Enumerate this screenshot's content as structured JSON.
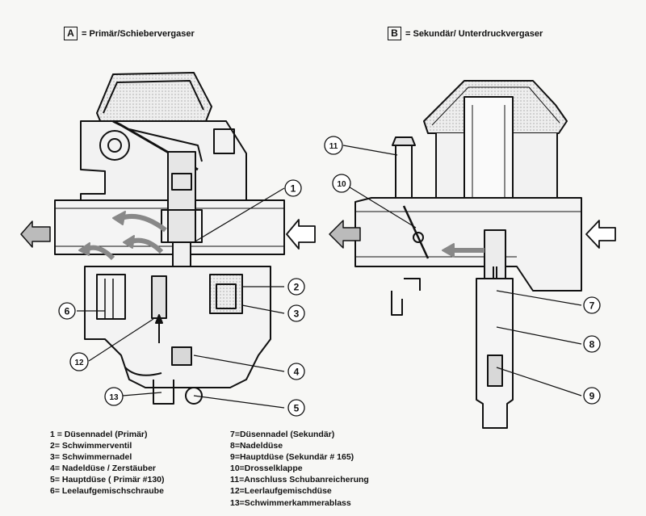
{
  "headers": {
    "a": {
      "box": "A",
      "text": "= Primär/Schiebervergaser"
    },
    "b": {
      "box": "B",
      "text": "= Sekundär/ Unterdruckvergaser"
    }
  },
  "callouts": [
    "1",
    "2",
    "3",
    "4",
    "5",
    "6",
    "7",
    "8",
    "9",
    "10",
    "11",
    "12",
    "13"
  ],
  "legend": {
    "left": [
      "1 = Düsennadel (Primär)",
      "2= Schwimmerventil",
      "3= Schwimmernadel",
      "4= Nadeldüse / Zerstäuber",
      "5= Hauptdüse ( Primär #130)",
      "6= Leelaufgemischschraube"
    ],
    "right": [
      "7=Düsennadel (Sekundär)",
      "8=Nadeldüse",
      "9=Hauptdüse (Sekundär # 165)",
      "10=Drosselklappe",
      "11=Anschluss Schubanreicherung",
      "12=Leerlaufgemischdüse",
      "13=Schwimmerkammerablass"
    ]
  }
}
